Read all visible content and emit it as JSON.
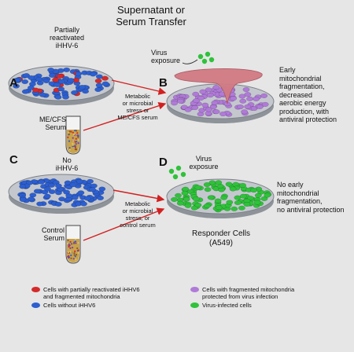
{
  "title": {
    "line1": "Supernatant or",
    "line2": "Serum Transfer"
  },
  "panels": {
    "a": "A",
    "b": "B",
    "c": "C",
    "d": "D"
  },
  "dish_a_label": [
    "Partially",
    "reactivated",
    "iHHV-6"
  ],
  "dish_c_label": [
    "No",
    "iHHV-6"
  ],
  "tube_top_label": [
    "ME/CFS",
    "Serum"
  ],
  "tube_bottom_label": [
    "Control",
    "Serum"
  ],
  "arrow_top_text": [
    "Metabolic",
    "or microbial",
    "stress  or",
    "ME/CFS serum"
  ],
  "arrow_bottom_text": [
    "Metabolic",
    "or microbial",
    "stress, or",
    "control serum"
  ],
  "virus_exposure_top": [
    "Virus",
    "exposure"
  ],
  "virus_exposure_bottom": [
    "Virus",
    "exposure"
  ],
  "result_b": [
    "Early",
    "mitochondrial",
    "fragmentation,",
    "decreased",
    "aerobic energy",
    "production, with",
    "antiviral protection"
  ],
  "result_d": [
    "No early",
    "mitochondrial",
    "fragmentation,",
    "no antiviral protection"
  ],
  "responder": [
    "Responder Cells",
    "(A549)"
  ],
  "legend": [
    {
      "color": "#d42a2a",
      "text": [
        "Cells with partially reactivated iHHV6",
        "and fragmented mitochondria"
      ]
    },
    {
      "color": "#2d5fd0",
      "text": [
        "Cells without iHHV6"
      ]
    },
    {
      "color": "#b07ad8",
      "text": [
        "Cells with fragmented mitochondria",
        "protected from virus infection"
      ]
    },
    {
      "color": "#2fc23a",
      "text": [
        "Virus-infected cells"
      ]
    }
  ],
  "colors": {
    "cell_blue": "#2d5fd0",
    "cell_red": "#d42a2a",
    "cell_purple": "#b07ad8",
    "cell_green": "#2fc23a",
    "dish": "#b9bec6",
    "arrow": "#d22020",
    "supernatant": "#d27a84"
  }
}
